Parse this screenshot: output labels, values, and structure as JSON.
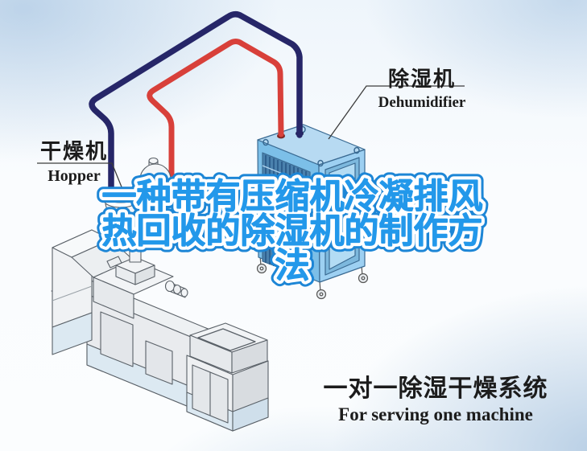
{
  "title": {
    "line1": "一种带有压缩机冷凝排风",
    "line2": "热回收的除湿机的制作方",
    "line3": "法",
    "fill_color": "#2398ea",
    "outline_color": "#1d86d6"
  },
  "labels": {
    "dehumidifier": {
      "zh": "除湿机",
      "en": "Dehumidifier"
    },
    "hopper": {
      "zh": "干燥机",
      "en": "Hopper"
    }
  },
  "caption": {
    "zh": "一对一除湿干燥系统",
    "en": "For serving one machine"
  },
  "colors": {
    "hot_pipe": "#d8403a",
    "cold_pipe": "#262668",
    "dehumidifier_body": "#7cbfe8",
    "dehumidifier_top": "#b7daf2",
    "dehumidifier_side": "#9dd0f2",
    "background_edge": "#c3d8ec"
  }
}
